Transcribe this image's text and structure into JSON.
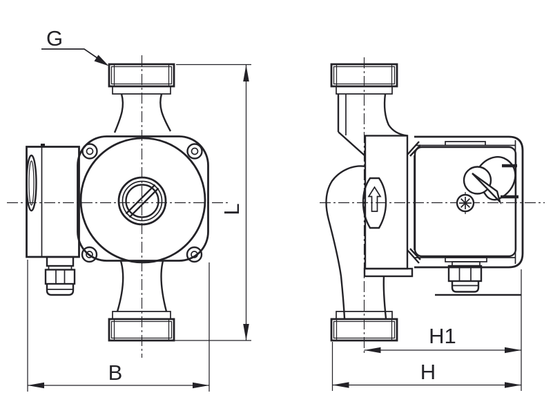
{
  "drawing": {
    "type": "technical-dimension-drawing",
    "subject": "circulation-pump-two-views",
    "colors": {
      "background": "#ffffff",
      "line": "#232227"
    },
    "labels": {
      "thread_size": "G",
      "overall_length": "L",
      "body_width": "B",
      "depth_to_axis": "H1",
      "overall_depth": "H"
    }
  }
}
